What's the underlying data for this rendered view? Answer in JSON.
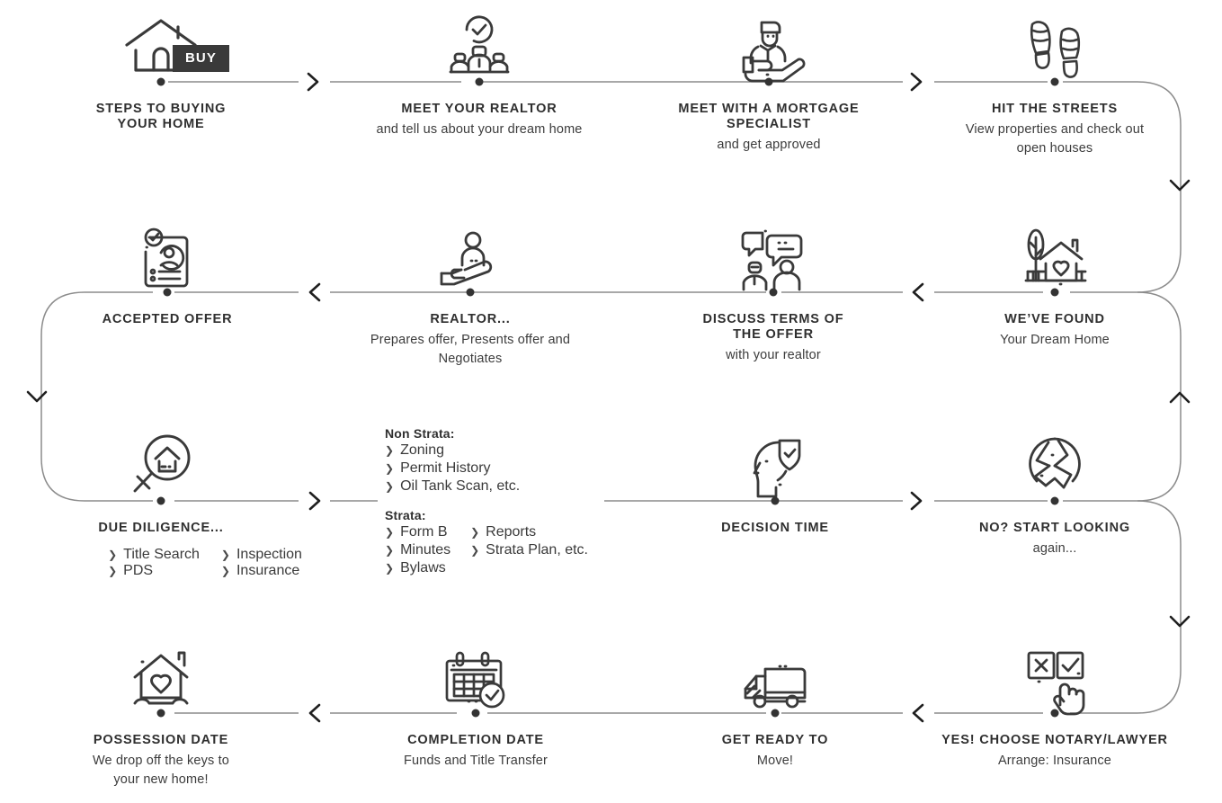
{
  "infographic": {
    "badge": {
      "label": "BUY"
    },
    "colors": {
      "ink": "#2f2f2f",
      "line": "#8c8c8c",
      "badge_bg": "#3a3a3a",
      "dot": "#333333"
    }
  },
  "steps": [
    {
      "id": "steps-to-buying-your-home",
      "icon": "house-icon",
      "title": "STEPS TO BUYING\nYOUR HOME",
      "subtitle": ""
    },
    {
      "id": "meet-your-realtor",
      "icon": "team-check-icon",
      "title": "MEET YOUR REALTOR",
      "subtitle": "and tell us about your dream home"
    },
    {
      "id": "meet-with-a-mortgage-specialist",
      "icon": "agent-hand-icon",
      "title": "MEET WITH A MORTGAGE\nSPECIALIST",
      "subtitle": "and get approved"
    },
    {
      "id": "hit-the-streets",
      "icon": "footprints-icon",
      "title": "HIT THE STREETS",
      "subtitle": "View properties and check out\nopen houses"
    },
    {
      "id": "accepted-offer",
      "icon": "document-profile-check-icon",
      "title": "ACCEPTED OFFER",
      "subtitle": ""
    },
    {
      "id": "realtor",
      "icon": "hand-person-icon",
      "title": "REALTOR...",
      "subtitle": "Prepares offer, Presents offer and\nNegotiates"
    },
    {
      "id": "discuss-terms-of-the-offer",
      "icon": "two-people-chat-icon",
      "title": "DISCUSS TERMS OF\nTHE OFFER",
      "subtitle": "with your realtor"
    },
    {
      "id": "weve-found",
      "icon": "house-heart-tree-icon",
      "title": "WE’VE FOUND",
      "subtitle": "Your Dream Home"
    },
    {
      "id": "due-diligence",
      "icon": "magnifier-house-icon",
      "title": "DUE DILIGENCE...",
      "subtitle": ""
    },
    {
      "id": "decision-time",
      "icon": "head-shield-check-icon",
      "title": "DECISION TIME",
      "subtitle": ""
    },
    {
      "id": "no-start-looking",
      "icon": "broken-circle-house-icon",
      "title": "NO? START LOOKING",
      "subtitle": "again..."
    },
    {
      "id": "possession-date",
      "icon": "house-heart-icon",
      "title": "POSSESSION DATE",
      "subtitle": "We drop off the keys to\nyour new home!"
    },
    {
      "id": "completion-date",
      "icon": "calendar-check-icon",
      "title": "COMPLETION DATE",
      "subtitle": "Funds and Title Transfer"
    },
    {
      "id": "get-ready-to",
      "icon": "moving-truck-icon",
      "title": "GET READY TO",
      "subtitle": "Move!"
    },
    {
      "id": "yes-choose-notary-lawyer",
      "icon": "checkbox-choice-hand-icon",
      "title": "YES! CHOOSE NOTARY/LAWYER",
      "subtitle": "Arrange: Insurance"
    }
  ],
  "due_diligence_list": {
    "col1": [
      "Title Search",
      "PDS"
    ],
    "col2": [
      "Inspection",
      "Insurance"
    ]
  },
  "strata_details": {
    "non_strata": {
      "heading": "Non Strata:",
      "items": [
        "Zoning",
        "Permit History",
        "Oil Tank Scan, etc."
      ]
    },
    "strata": {
      "heading": "Strata:",
      "col1": [
        "Form B",
        "Minutes",
        "Bylaws"
      ],
      "col2": [
        "Reports",
        "Strata Plan, etc."
      ]
    }
  }
}
